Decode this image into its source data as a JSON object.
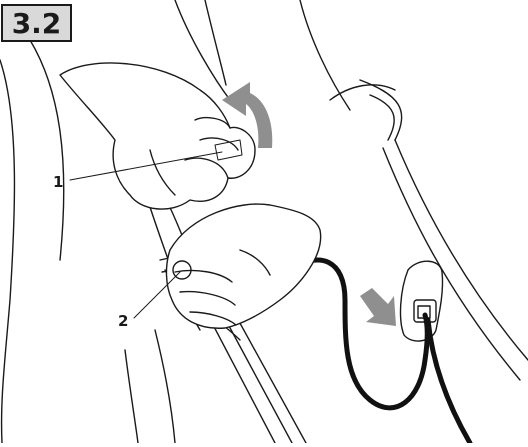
{
  "figure": {
    "step_number": "3.2",
    "callouts": [
      {
        "label": "1"
      },
      {
        "label": "2"
      }
    ],
    "colors": {
      "badge_background": "#d9d9d9",
      "line_art": "#1a1a1a",
      "arrow": "#8f8f8f"
    }
  }
}
